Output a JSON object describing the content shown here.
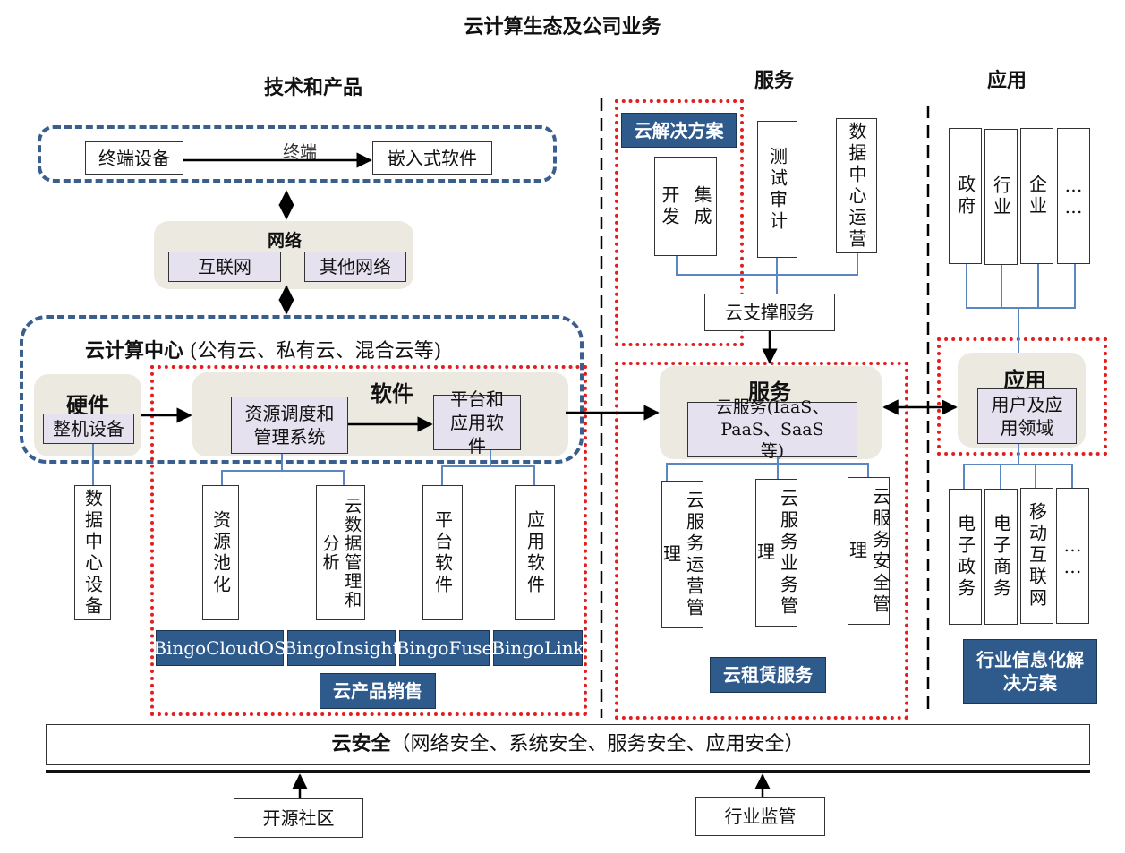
{
  "title": "云计算生态及公司业务",
  "sections": {
    "tech": "技术和产品",
    "service": "服务",
    "app": "应用"
  },
  "terminal": {
    "device": "终端设备",
    "arrow_label": "终端",
    "embedded": "嵌入式软件"
  },
  "network": {
    "label": "网络",
    "internet": "互联网",
    "other": "其他网络"
  },
  "datacenter": {
    "label_bold": "云计算中心",
    "label_rest": "(公有云、私有云、混合云等)",
    "hardware": "硬件",
    "machine": "整机设备",
    "software": "软件",
    "scheduler": "资源调度和管理系统",
    "platform": "平台和应用软件",
    "dc_equipment": "数据中心设备"
  },
  "software_items": [
    {
      "label": "资源池化",
      "product": "BingoCloudOS"
    },
    {
      "label": "云数据管理和分析",
      "product": "BingoInsight"
    },
    {
      "label": "平台软件",
      "product": "BingoFuse"
    },
    {
      "label": "应用软件",
      "product": "BingoLink"
    }
  ],
  "product_sales": "云产品销售",
  "solutions": {
    "badge": "云解决方案",
    "dev": "开发",
    "integration": "集成",
    "test": "测试审计",
    "dc_ops": "数据中心运营",
    "support": "云支撑服务"
  },
  "service_core": {
    "label": "服务",
    "cloud_service": "云服务(IaaS、PaaS、SaaS 等)",
    "items": [
      "云服务运营管理",
      "云服务业务管理",
      "云服务安全管理"
    ],
    "lease": "云租赁服务"
  },
  "app_col": {
    "top_items": [
      "政府",
      "行业",
      "企业",
      "……"
    ],
    "label": "应用",
    "users": "用户及应用领域",
    "bottom_items": [
      "电子政务",
      "电子商务",
      "移动互联网",
      "……"
    ],
    "solution": "行业信息化解决方案"
  },
  "security": {
    "bold": "云安全",
    "rest": "（网络安全、系统安全、服务安全、应用安全）"
  },
  "bottom": {
    "open_source": "开源社区",
    "regulation": "行业监管"
  },
  "colors": {
    "accent_blue": "#2f5a8c",
    "dashed_blue": "#3a5f8f",
    "dotted_red": "#e41e1e",
    "beige": "#eceae0",
    "lavender": "#e6e1ef",
    "connector": "#5b86c0"
  }
}
